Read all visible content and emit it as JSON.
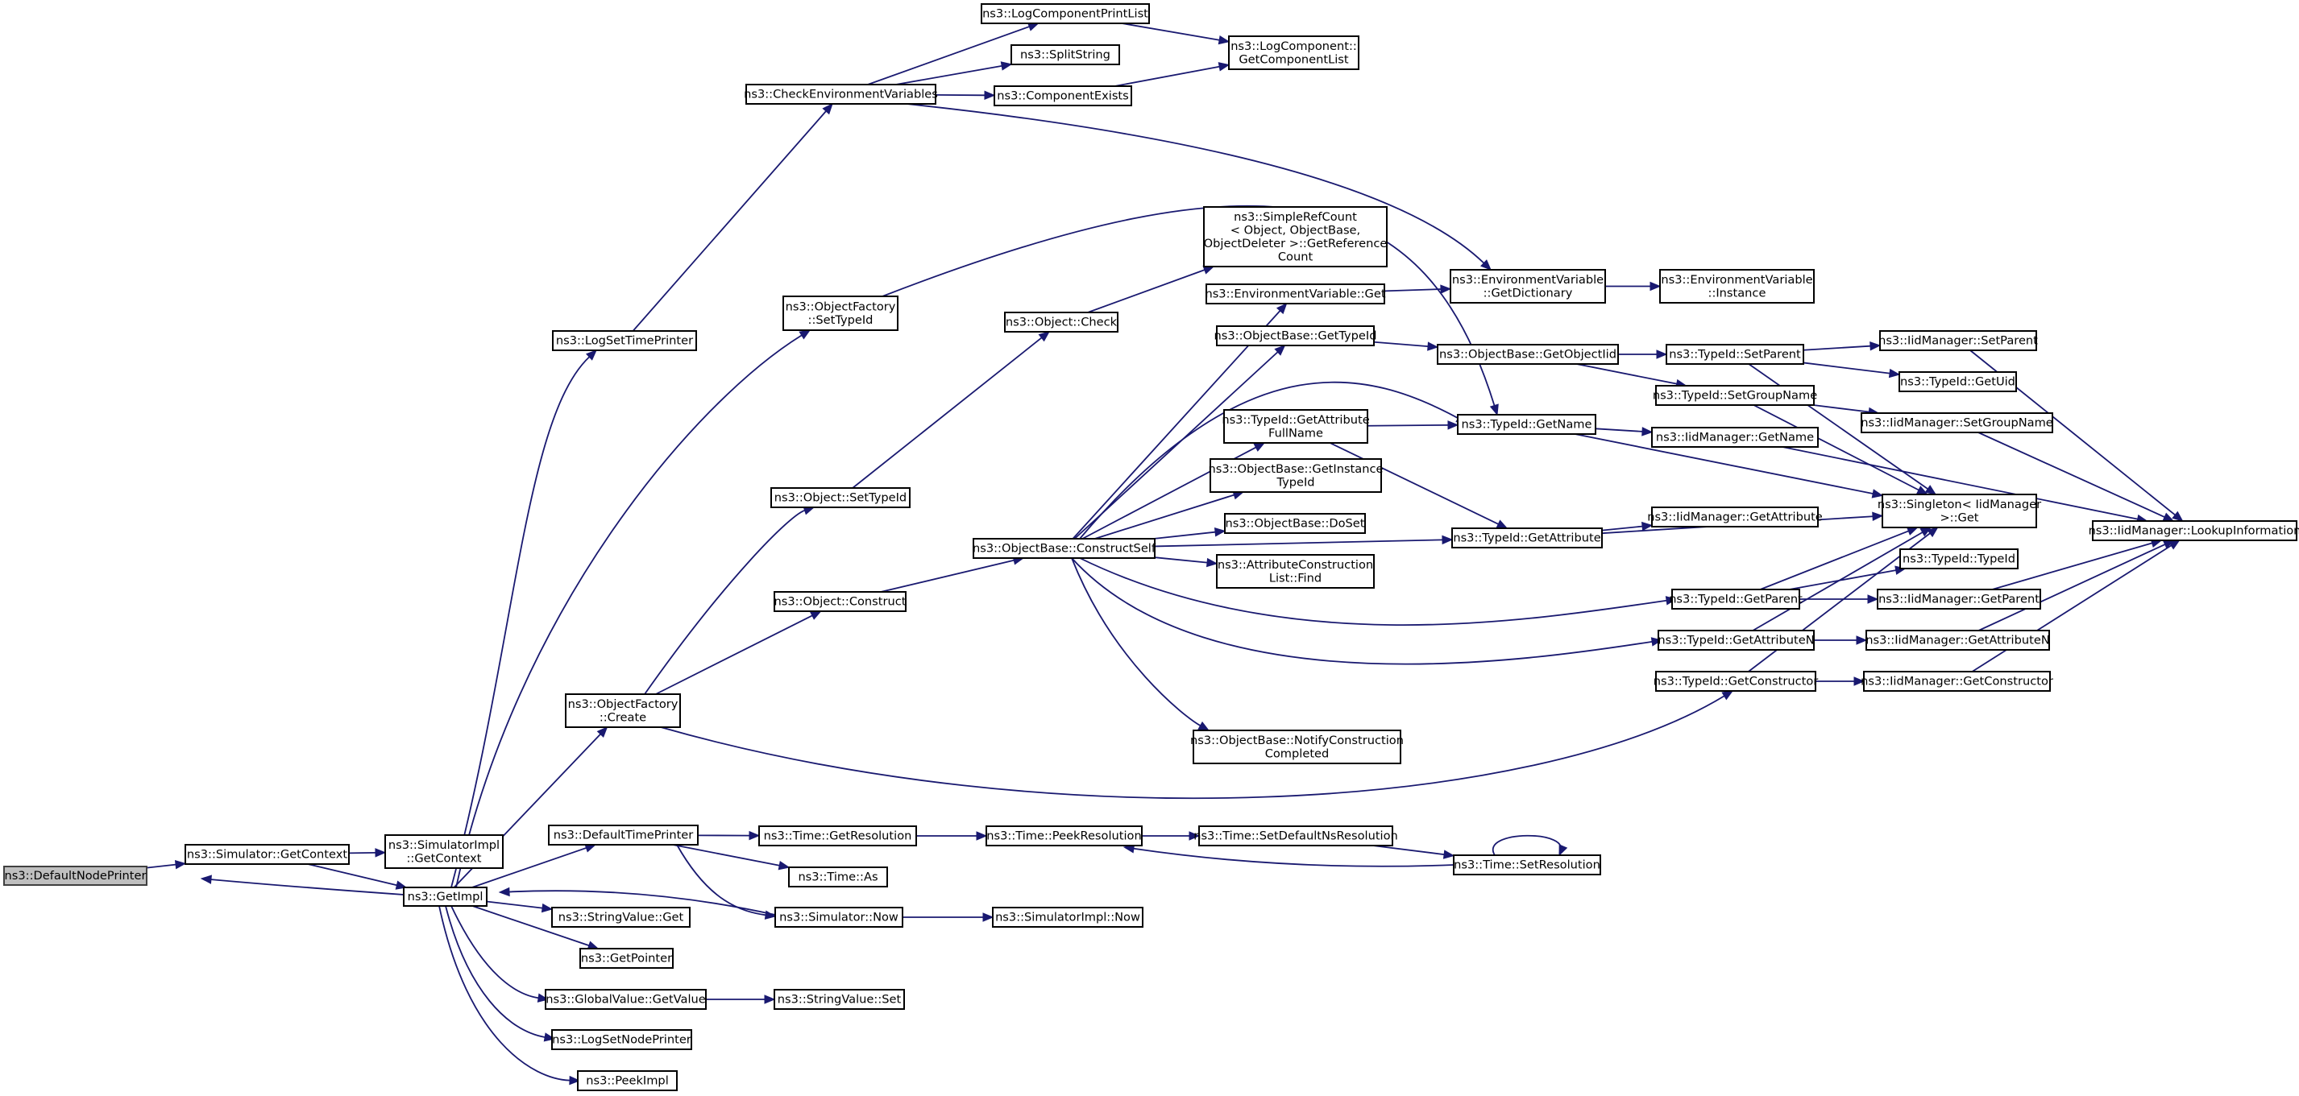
{
  "diagram": {
    "edge_color": "#191970",
    "root_fill": "#bfbfbf",
    "nodes": [
      {
        "id": "default_node_printer",
        "lines": [
          "ns3::DefaultNodePrinter"
        ],
        "root": true
      },
      {
        "id": "simulator_get_context",
        "lines": [
          "ns3::Simulator::GetContext"
        ]
      },
      {
        "id": "simulator_impl_get_context",
        "lines": [
          "ns3::SimulatorImpl",
          "::GetContext"
        ]
      },
      {
        "id": "get_impl",
        "lines": [
          "ns3::GetImpl"
        ]
      },
      {
        "id": "log_set_time_printer",
        "lines": [
          "ns3::LogSetTimePrinter"
        ]
      },
      {
        "id": "check_env_vars",
        "lines": [
          "ns3::CheckEnvironmentVariables"
        ]
      },
      {
        "id": "log_component_print_list",
        "lines": [
          "ns3::LogComponentPrintList"
        ]
      },
      {
        "id": "split_string",
        "lines": [
          "ns3::SplitString"
        ]
      },
      {
        "id": "component_exists",
        "lines": [
          "ns3::ComponentExists"
        ]
      },
      {
        "id": "log_component_get_list",
        "lines": [
          "ns3::LogComponent::",
          "GetComponentList"
        ]
      },
      {
        "id": "object_factory_set_type_id",
        "lines": [
          "ns3::ObjectFactory",
          "::SetTypeId"
        ]
      },
      {
        "id": "object_set_type_id",
        "lines": [
          "ns3::Object::SetTypeId"
        ]
      },
      {
        "id": "object_check",
        "lines": [
          "ns3::Object::Check"
        ]
      },
      {
        "id": "simple_ref_count",
        "lines": [
          "ns3::SimpleRefCount",
          "< Object, ObjectBase,",
          " ObjectDeleter >::GetReference",
          "Count"
        ]
      },
      {
        "id": "object_construct",
        "lines": [
          "ns3::Object::Construct"
        ]
      },
      {
        "id": "object_factory_create",
        "lines": [
          "ns3::ObjectFactory",
          "::Create"
        ]
      },
      {
        "id": "object_base_construct_self",
        "lines": [
          "ns3::ObjectBase::ConstructSelf"
        ]
      },
      {
        "id": "env_var_get",
        "lines": [
          "ns3::EnvironmentVariable::Get"
        ]
      },
      {
        "id": "object_base_get_type_id",
        "lines": [
          "ns3::ObjectBase::GetTypeId"
        ]
      },
      {
        "id": "type_id_get_attribute_full_name",
        "lines": [
          "ns3::TypeId::GetAttribute",
          "FullName"
        ]
      },
      {
        "id": "object_base_get_instance_type_id",
        "lines": [
          "ns3::ObjectBase::GetInstance",
          "TypeId"
        ]
      },
      {
        "id": "object_base_do_set",
        "lines": [
          "ns3::ObjectBase::DoSet"
        ]
      },
      {
        "id": "attribute_construction_list_find",
        "lines": [
          "ns3::AttributeConstruction",
          "List::Find"
        ]
      },
      {
        "id": "object_base_notify_construction_completed",
        "lines": [
          "ns3::ObjectBase::NotifyConstruction",
          "Completed"
        ]
      },
      {
        "id": "env_var_get_dictionary",
        "lines": [
          "ns3::EnvironmentVariable",
          "::GetDictionary"
        ]
      },
      {
        "id": "env_var_instance",
        "lines": [
          "ns3::EnvironmentVariable",
          "::Instance"
        ]
      },
      {
        "id": "object_base_get_object_iid",
        "lines": [
          "ns3::ObjectBase::GetObjectIid"
        ]
      },
      {
        "id": "type_id_get_name",
        "lines": [
          "ns3::TypeId::GetName"
        ]
      },
      {
        "id": "type_id_get_attribute",
        "lines": [
          "ns3::TypeId::GetAttribute"
        ]
      },
      {
        "id": "type_id_set_parent",
        "lines": [
          "ns3::TypeId::SetParent"
        ]
      },
      {
        "id": "type_id_set_group_name",
        "lines": [
          "ns3::TypeId::SetGroupName"
        ]
      },
      {
        "id": "iid_manager_get_name",
        "lines": [
          "ns3::IidManager::GetName"
        ]
      },
      {
        "id": "iid_manager_get_attribute",
        "lines": [
          "ns3::IidManager::GetAttribute"
        ]
      },
      {
        "id": "singleton_get",
        "lines": [
          "ns3::Singleton< IidManager",
          " >::Get"
        ]
      },
      {
        "id": "type_id_get_parent",
        "lines": [
          "ns3::TypeId::GetParent"
        ]
      },
      {
        "id": "type_id_get_attribute_n",
        "lines": [
          "ns3::TypeId::GetAttributeN"
        ]
      },
      {
        "id": "type_id_get_constructor",
        "lines": [
          "ns3::TypeId::GetConstructor"
        ]
      },
      {
        "id": "iid_manager_set_parent",
        "lines": [
          "ns3::IidManager::SetParent"
        ]
      },
      {
        "id": "type_id_get_uid",
        "lines": [
          "ns3::TypeId::GetUid"
        ]
      },
      {
        "id": "iid_manager_set_group_name",
        "lines": [
          "ns3::IidManager::SetGroupName"
        ]
      },
      {
        "id": "type_id_type_id",
        "lines": [
          "ns3::TypeId::TypeId"
        ]
      },
      {
        "id": "iid_manager_get_parent",
        "lines": [
          "ns3::IidManager::GetParent"
        ]
      },
      {
        "id": "iid_manager_get_attribute_n",
        "lines": [
          "ns3::IidManager::GetAttributeN"
        ]
      },
      {
        "id": "iid_manager_get_constructor",
        "lines": [
          "ns3::IidManager::GetConstructor"
        ]
      },
      {
        "id": "iid_manager_lookup_information",
        "lines": [
          "ns3::IidManager::LookupInformation"
        ]
      },
      {
        "id": "default_time_printer",
        "lines": [
          "ns3::DefaultTimePrinter"
        ]
      },
      {
        "id": "time_get_resolution",
        "lines": [
          "ns3::Time::GetResolution"
        ]
      },
      {
        "id": "time_as",
        "lines": [
          "ns3::Time::As"
        ]
      },
      {
        "id": "time_peek_resolution",
        "lines": [
          "ns3::Time::PeekResolution"
        ]
      },
      {
        "id": "time_set_default_ns_resolution",
        "lines": [
          "ns3::Time::SetDefaultNsResolution"
        ]
      },
      {
        "id": "time_set_resolution",
        "lines": [
          "ns3::Time::SetResolution"
        ]
      },
      {
        "id": "simulator_now",
        "lines": [
          "ns3::Simulator::Now"
        ]
      },
      {
        "id": "simulator_impl_now",
        "lines": [
          "ns3::SimulatorImpl::Now"
        ]
      },
      {
        "id": "string_value_get",
        "lines": [
          "ns3::StringValue::Get"
        ]
      },
      {
        "id": "get_pointer",
        "lines": [
          "ns3::GetPointer"
        ]
      },
      {
        "id": "global_value_get_value",
        "lines": [
          "ns3::GlobalValue::GetValue"
        ]
      },
      {
        "id": "string_value_set",
        "lines": [
          "ns3::StringValue::Set"
        ]
      },
      {
        "id": "log_set_node_printer",
        "lines": [
          "ns3::LogSetNodePrinter"
        ]
      },
      {
        "id": "peek_impl",
        "lines": [
          "ns3::PeekImpl"
        ]
      }
    ],
    "edges": [
      [
        "default_node_printer",
        "simulator_get_context"
      ],
      [
        "get_impl",
        "default_node_printer"
      ],
      [
        "simulator_get_context",
        "simulator_impl_get_context"
      ],
      [
        "simulator_get_context",
        "get_impl"
      ],
      [
        "get_impl",
        "log_set_time_printer"
      ],
      [
        "get_impl",
        "object_factory_set_type_id"
      ],
      [
        "get_impl",
        "object_factory_create"
      ],
      [
        "get_impl",
        "default_time_printer"
      ],
      [
        "simulator_now",
        "get_impl"
      ],
      [
        "get_impl",
        "string_value_get"
      ],
      [
        "get_impl",
        "get_pointer"
      ],
      [
        "get_impl",
        "global_value_get_value"
      ],
      [
        "get_impl",
        "log_set_node_printer"
      ],
      [
        "get_impl",
        "peek_impl"
      ],
      [
        "log_set_time_printer",
        "check_env_vars"
      ],
      [
        "check_env_vars",
        "log_component_print_list"
      ],
      [
        "check_env_vars",
        "split_string"
      ],
      [
        "check_env_vars",
        "component_exists"
      ],
      [
        "check_env_vars",
        "env_var_get_dictionary"
      ],
      [
        "log_component_print_list",
        "log_component_get_list"
      ],
      [
        "component_exists",
        "log_component_get_list"
      ],
      [
        "object_factory_set_type_id",
        "type_id_get_name"
      ],
      [
        "object_factory_create",
        "object_set_type_id"
      ],
      [
        "object_factory_create",
        "object_construct"
      ],
      [
        "object_factory_create",
        "type_id_get_constructor"
      ],
      [
        "object_set_type_id",
        "object_check"
      ],
      [
        "object_check",
        "simple_ref_count"
      ],
      [
        "object_construct",
        "object_base_construct_self"
      ],
      [
        "object_base_construct_self",
        "env_var_get"
      ],
      [
        "object_base_construct_self",
        "object_base_get_type_id"
      ],
      [
        "object_base_construct_self",
        "type_id_get_name"
      ],
      [
        "object_base_construct_self",
        "type_id_get_attribute_full_name"
      ],
      [
        "object_base_construct_self",
        "object_base_get_instance_type_id"
      ],
      [
        "object_base_construct_self",
        "object_base_do_set"
      ],
      [
        "object_base_construct_self",
        "attribute_construction_list_find"
      ],
      [
        "object_base_construct_self",
        "type_id_get_attribute"
      ],
      [
        "object_base_construct_self",
        "type_id_get_parent"
      ],
      [
        "object_base_construct_self",
        "type_id_get_attribute_n"
      ],
      [
        "object_base_construct_self",
        "object_base_notify_construction_completed"
      ],
      [
        "env_var_get",
        "env_var_get_dictionary"
      ],
      [
        "env_var_get_dictionary",
        "env_var_instance"
      ],
      [
        "object_base_get_type_id",
        "object_base_get_object_iid"
      ],
      [
        "object_base_get_object_iid",
        "type_id_set_parent"
      ],
      [
        "object_base_get_object_iid",
        "type_id_set_group_name"
      ],
      [
        "type_id_get_attribute_full_name",
        "type_id_get_name"
      ],
      [
        "type_id_get_attribute_full_name",
        "type_id_get_attribute"
      ],
      [
        "type_id_get_name",
        "iid_manager_get_name"
      ],
      [
        "type_id_get_name",
        "singleton_get"
      ],
      [
        "type_id_get_attribute",
        "iid_manager_get_attribute"
      ],
      [
        "type_id_get_attribute",
        "singleton_get"
      ],
      [
        "type_id_set_parent",
        "iid_manager_set_parent"
      ],
      [
        "type_id_set_parent",
        "type_id_get_uid"
      ],
      [
        "type_id_set_parent",
        "singleton_get"
      ],
      [
        "type_id_set_group_name",
        "iid_manager_set_group_name"
      ],
      [
        "type_id_set_group_name",
        "singleton_get"
      ],
      [
        "type_id_get_parent",
        "singleton_get"
      ],
      [
        "type_id_get_parent",
        "type_id_type_id"
      ],
      [
        "type_id_get_parent",
        "iid_manager_get_parent"
      ],
      [
        "type_id_get_attribute_n",
        "singleton_get"
      ],
      [
        "type_id_get_attribute_n",
        "iid_manager_get_attribute_n"
      ],
      [
        "type_id_get_constructor",
        "singleton_get"
      ],
      [
        "type_id_get_constructor",
        "iid_manager_get_constructor"
      ],
      [
        "iid_manager_get_name",
        "iid_manager_lookup_information"
      ],
      [
        "iid_manager_set_parent",
        "iid_manager_lookup_information"
      ],
      [
        "iid_manager_set_group_name",
        "iid_manager_lookup_information"
      ],
      [
        "iid_manager_get_parent",
        "iid_manager_lookup_information"
      ],
      [
        "iid_manager_get_attribute_n",
        "iid_manager_lookup_information"
      ],
      [
        "iid_manager_get_constructor",
        "iid_manager_lookup_information"
      ],
      [
        "default_time_printer",
        "time_get_resolution"
      ],
      [
        "default_time_printer",
        "time_as"
      ],
      [
        "default_time_printer",
        "simulator_now"
      ],
      [
        "time_get_resolution",
        "time_peek_resolution"
      ],
      [
        "time_peek_resolution",
        "time_set_default_ns_resolution"
      ],
      [
        "time_set_default_ns_resolution",
        "time_set_resolution"
      ],
      [
        "time_set_resolution",
        "time_peek_resolution"
      ],
      [
        "time_set_resolution",
        "time_set_resolution"
      ],
      [
        "simulator_now",
        "simulator_impl_now"
      ],
      [
        "global_value_get_value",
        "string_value_set"
      ]
    ]
  }
}
